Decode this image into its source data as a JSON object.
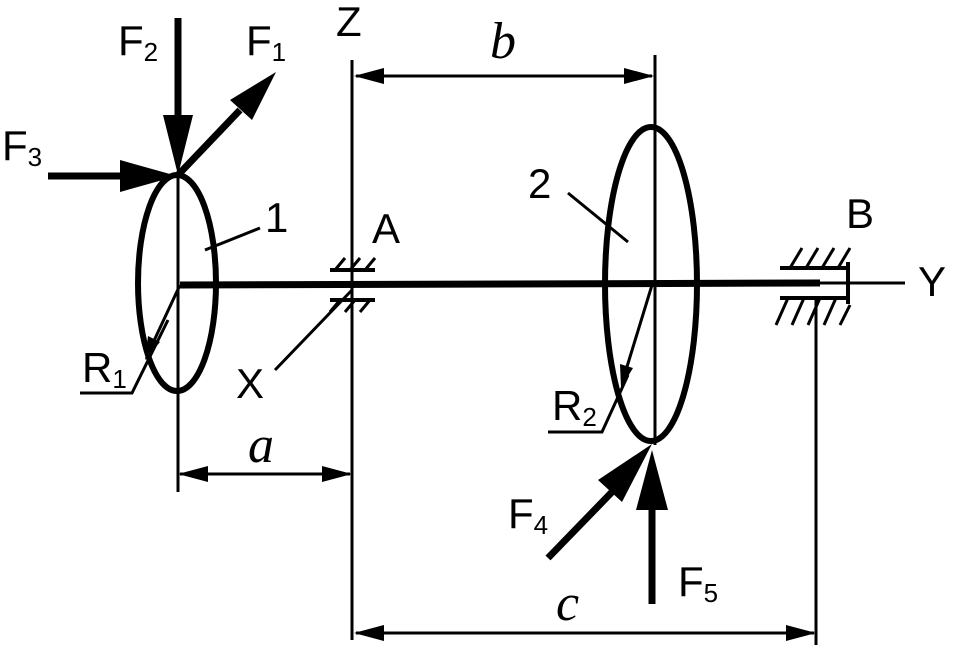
{
  "axes": {
    "z": "Z",
    "y": "Y",
    "x": "X"
  },
  "supports": {
    "a": "A",
    "b": "B"
  },
  "wheels": {
    "w1": "1",
    "w2": "2"
  },
  "forces": {
    "f1": {
      "main": "F",
      "sub": "1"
    },
    "f2": {
      "main": "F",
      "sub": "2"
    },
    "f3": {
      "main": "F",
      "sub": "3"
    },
    "f4": {
      "main": "F",
      "sub": "4"
    },
    "f5": {
      "main": "F",
      "sub": "5"
    }
  },
  "radii": {
    "r1": {
      "main": "R",
      "sub": "1"
    },
    "r2": {
      "main": "R",
      "sub": "2"
    }
  },
  "dimensions": {
    "a": "a",
    "b": "b",
    "c": "c"
  }
}
